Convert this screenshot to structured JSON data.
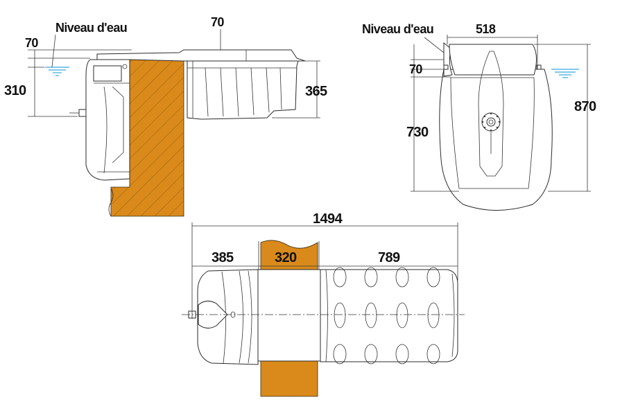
{
  "labels": {
    "water_level": "Niveau d'eau",
    "side": {
      "freeboard": "70",
      "body_height": "310",
      "top_width": "70",
      "basket_height": "365"
    },
    "front": {
      "width": "518",
      "freeboard": "70",
      "mouth_height": "730",
      "total_height": "870"
    },
    "top": {
      "total_length": "1494",
      "skimmer_length": "385",
      "wall_thickness": "320",
      "basket_length": "789"
    }
  },
  "colors": {
    "wall": "#d98a1a",
    "water": "#39a8e0",
    "line": "#2a2a2a"
  }
}
